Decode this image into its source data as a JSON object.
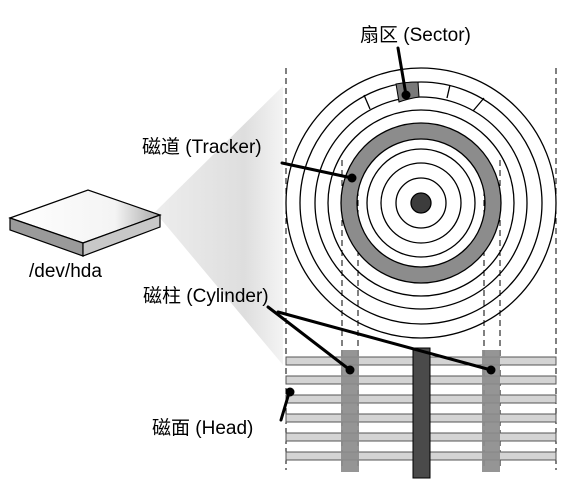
{
  "labels": {
    "sector": "扇区 (Sector)",
    "track": "磁道 (Tracker)",
    "device": "/dev/hda",
    "cylinder": "磁柱 (Cylinder)",
    "head": "磁面 (Head)"
  },
  "colors": {
    "line": "#000000",
    "highlight_ring": "#8c8c8c",
    "sector_fill": "#7a7a7a",
    "platter_fill": "#d4d4d4",
    "spindle": "#4a4a4a",
    "center_dot": "#3c3c3c",
    "beam": "#e6e6e6"
  }
}
